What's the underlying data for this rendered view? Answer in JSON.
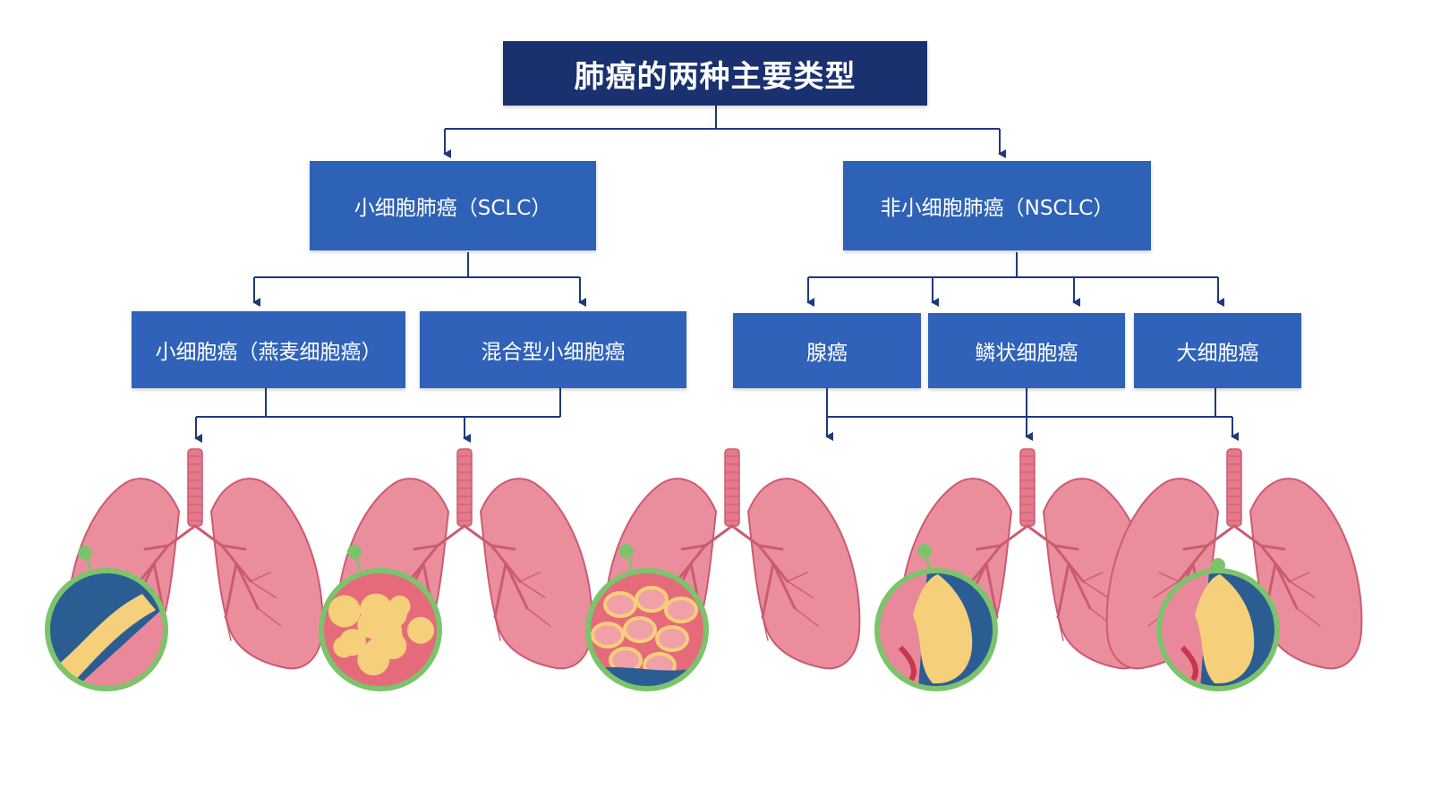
{
  "title": "肺癌的两种主要类型",
  "categories": [
    {
      "label": "小细胞肺癌（SCLC）",
      "subtypes": [
        "小细胞癌（燕麦细胞癌）",
        "混合型小细胞癌"
      ]
    },
    {
      "label": "非小细胞肺癌（NSCLC）",
      "subtypes": [
        "腺癌",
        "鳞状细胞癌",
        "大细胞癌"
      ]
    }
  ],
  "colors": {
    "title_box": "#1a3170",
    "category_box": "#2e62b6",
    "subtype_box": "#2f62b8",
    "connector": "#1f3a7a",
    "lung": "#ea8e9e",
    "lung_outline": "#cc5b70",
    "trachea": "#e47a8c",
    "tumor": "#f5cf7a",
    "zoom_ring": "#7cc36c",
    "zoom_bg": "#2b5d93"
  },
  "illustrations": [
    {
      "name": "lung-illustration-small-cell",
      "tumor_style": "streak"
    },
    {
      "name": "lung-illustration-combined-small-cell",
      "tumor_style": "cluster"
    },
    {
      "name": "lung-illustration-adenocarcinoma",
      "tumor_style": "glandular"
    },
    {
      "name": "lung-illustration-squamous-cell",
      "tumor_style": "mass"
    },
    {
      "name": "lung-illustration-large-cell",
      "tumor_style": "mass"
    }
  ]
}
